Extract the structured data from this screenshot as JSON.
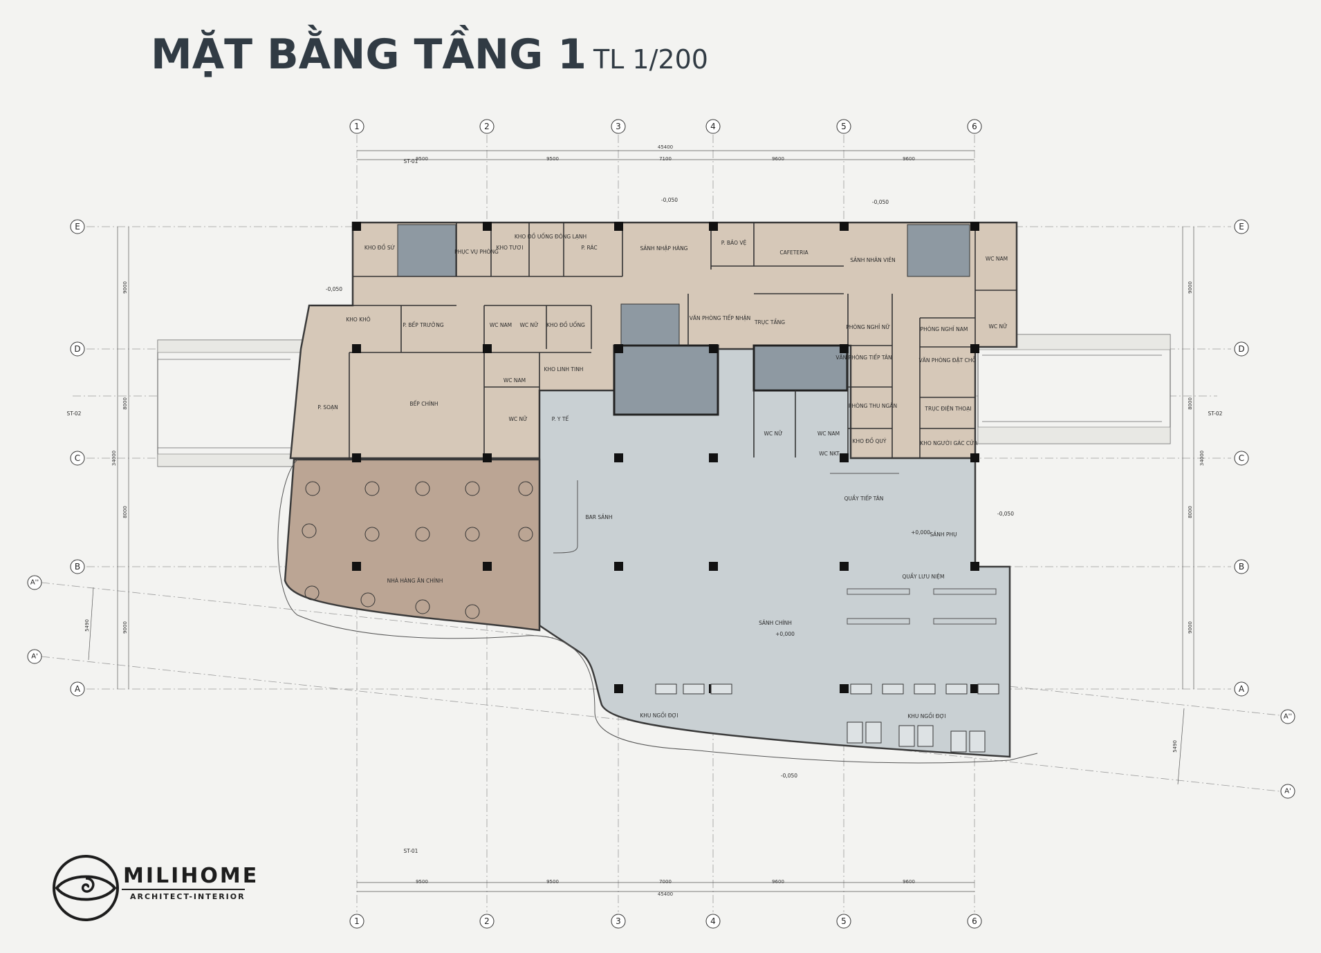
{
  "title": {
    "main": "MẶT BẰNG TẦNG 1",
    "scale": "TL 1/200"
  },
  "grid": {
    "cols": [
      "1",
      "2",
      "3",
      "4",
      "5",
      "6"
    ],
    "rows": [
      "E",
      "D",
      "C",
      "B",
      "A"
    ],
    "section_a2": "A'",
    "section_a1": "A''"
  },
  "dimensions": {
    "total_x": "45400",
    "bays_x": [
      "9500",
      "9500",
      "7100",
      "9600",
      "9600"
    ],
    "bays_x_bottom": [
      "9500",
      "9500",
      "7000",
      "9600",
      "9600"
    ],
    "total_y": "34000",
    "bays_y": [
      "9000",
      "8000",
      "8000",
      "9000"
    ],
    "section_offset": "5490"
  },
  "levels": {
    "l1": "-0,050",
    "l2": "+0,000"
  },
  "rooms": {
    "kho_do_su": "KHO ĐỒ SỨ",
    "phuc_vu_phong": "PHỤC VỤ PHÒNG",
    "kho_tuoi": "KHO TƯƠI",
    "kho_do_uong_dong_lanh": "KHO ĐỒ UỐNG ĐÔNG LẠNH",
    "p_rac": "P. RÁC",
    "sanh_nhap_hang": "SẢNH NHẬP HÀNG",
    "p_bao_ve": "P. BẢO VỆ",
    "cafeteria": "CAFETERIA",
    "sanh_nhan_vien": "SẢNH NHÂN VIÊN",
    "wc_nam": "WC NAM",
    "wc_nu": "WC NỮ",
    "kho_kho": "KHO KHÔ",
    "p_bep_truong": "P. BẾP TRƯỞNG",
    "kho_do_uong": "KHO ĐỒ UỐNG",
    "van_phong_tiep_nhan": "VĂN PHÒNG TIẾP NHẬN",
    "truc_tang": "TRỤC TẦNG",
    "phong_nghi_nu": "PHÒNG NGHỈ NỮ",
    "phong_nghi_nam": "PHÒNG NGHỈ NAM",
    "van_phong_tiep_tan": "VĂN PHÒNG TIẾP TÂN",
    "van_phong_dat_cho": "VĂN PHÒNG ĐẶT CHỖ",
    "kho_linh_tinh": "KHO LINH TINH",
    "p_soan": "P. SOẠN",
    "bep_chinh": "BẾP CHÍNH",
    "p_y_te": "P. Y TẾ",
    "phong_thu_ngan": "PHÒNG THU NGÂN",
    "truc_dien_thoai": "TRỤC ĐIỆN THOẠI",
    "kho_do_quy": "KHO ĐỒ QUÝ",
    "kho_nguoi_gac_cua": "KHO NGƯỜI GÁC CỬA",
    "wc_nkt": "WC NKT",
    "quay_tiep_tan": "QUẦY TIẾP TÂN",
    "sanh_phu": "SẢNH PHỤ",
    "bar_sanh": "BAR SẢNH",
    "nha_hang_an_chinh": "NHÀ HÀNG ĂN CHÍNH",
    "quay_luu_niem": "QUẦY LƯU NIỆM",
    "sanh_chinh": "SẢNH CHÍNH",
    "khu_ngoi_doi": "KHU NGỒI ĐỢI"
  },
  "section_marks": {
    "m1": "ST-01",
    "m2": "ST-02"
  },
  "logo": {
    "brand": "MILIHOME",
    "sub": "ARCHITECT-INTERIOR"
  },
  "colors": {
    "background": "#f3f3f1",
    "service_zone": "#d6c8b8",
    "restaurant_zone": "#bba594",
    "lobby_zone": "#c9d0d3",
    "stair_core": "#8e99a2",
    "title": "#313b44"
  }
}
